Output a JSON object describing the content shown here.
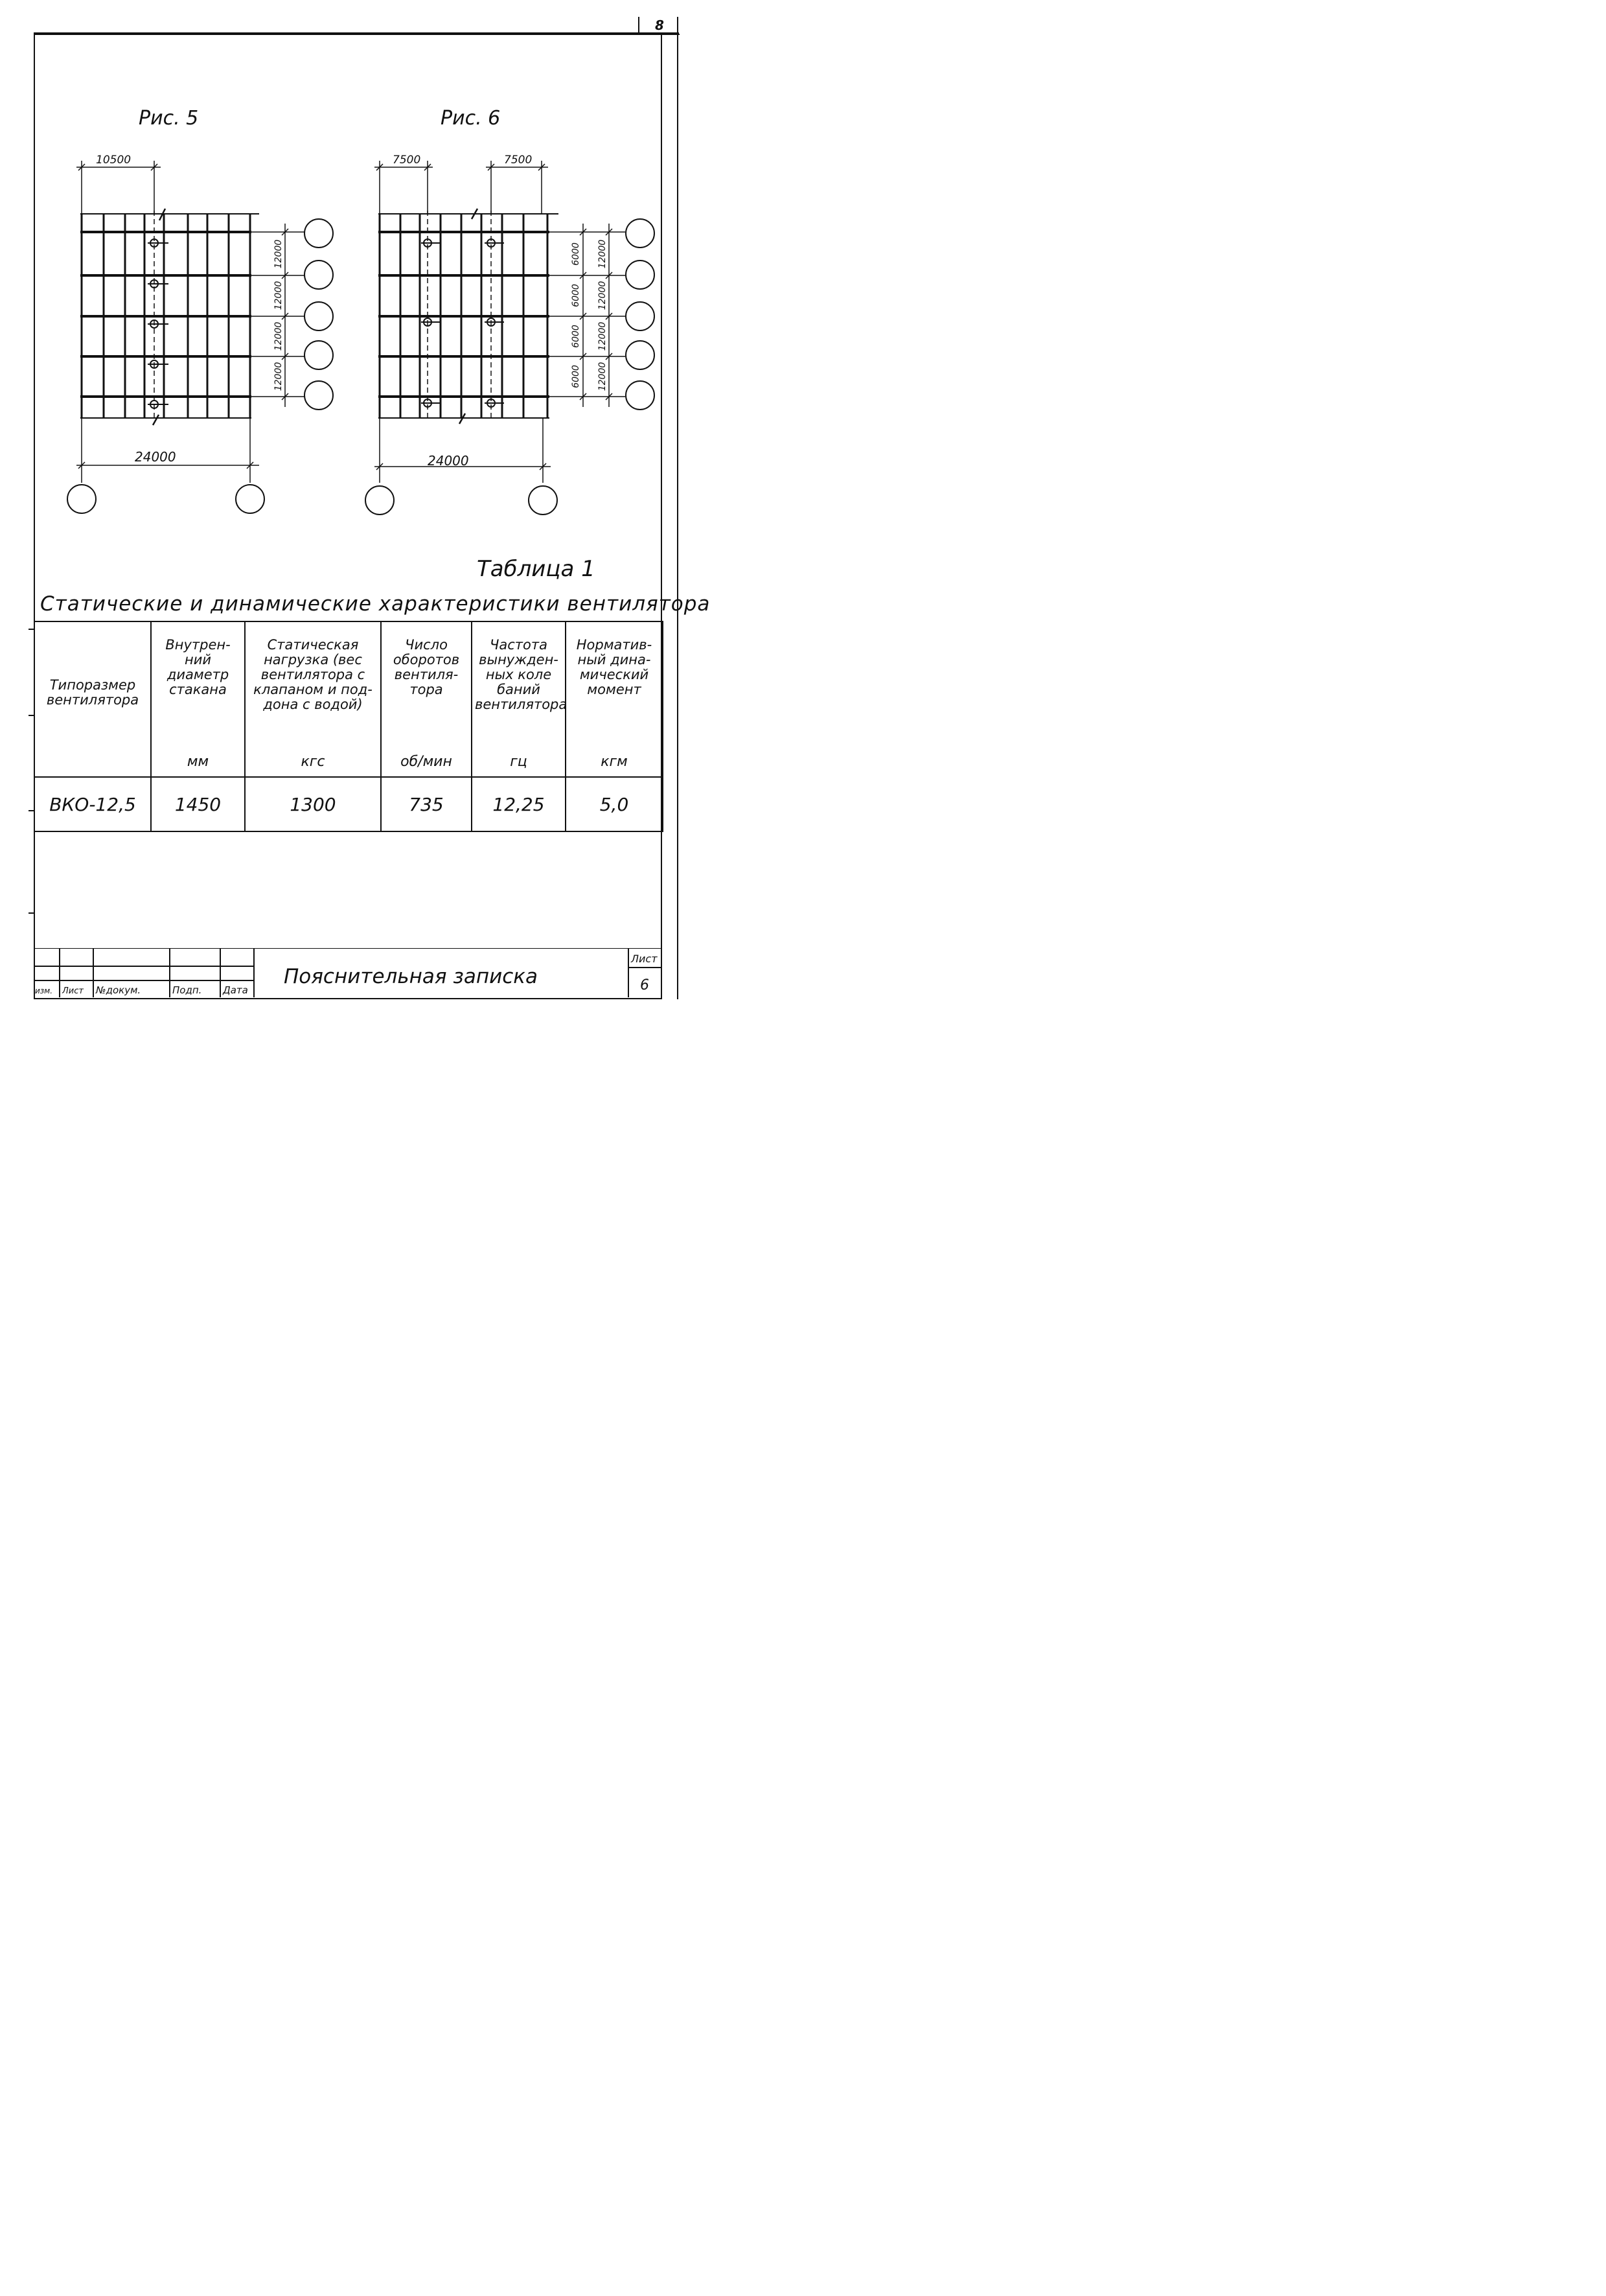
{
  "sheet_number": "8",
  "figures": [
    {
      "label": "Рис. 5",
      "top_dims": [
        "10500"
      ],
      "right_dims_outer": [],
      "right_dims_inner": [
        "12000",
        "12000",
        "12000",
        "12000"
      ],
      "bottom_dim": "24000"
    },
    {
      "label": "Рис. 6",
      "top_dims": [
        "7500",
        "7500"
      ],
      "right_dims_outer": [
        "6000",
        "6000",
        "6000",
        "6000"
      ],
      "right_dims_inner": [
        "12000",
        "12000",
        "12000",
        "12000"
      ],
      "bottom_dim": "24000"
    }
  ],
  "table": {
    "title": "Таблица 1",
    "caption": "Статические и динамические характеристики вентилятора",
    "columns": [
      {
        "header": "Типоразмер вентилятора",
        "unit": ""
      },
      {
        "header": "Внутрен-ний диаметр стакана",
        "unit": "мм"
      },
      {
        "header": "Статическая нагрузка (вес вентилятора с клапаном и под-дона с водой)",
        "unit": "кгс"
      },
      {
        "header": "Число оборотов вентиля-тора",
        "unit": "об/мин"
      },
      {
        "header": "Частота вынужден-ных коле баний вентилятора",
        "unit": "гц"
      },
      {
        "header": "Норматив-ный дина-мический момент",
        "unit": "кгм"
      }
    ],
    "rows": [
      [
        "ВКО-12,5",
        "1450",
        "1300",
        "735",
        "12,25",
        "5,0"
      ]
    ]
  },
  "title_block": {
    "labels": [
      "изм.",
      "Лист",
      "№докум.",
      "Подп.",
      "Дата"
    ],
    "document_title": "Пояснительная записка",
    "sheet_label": "Лист",
    "sheet_value": "6"
  }
}
